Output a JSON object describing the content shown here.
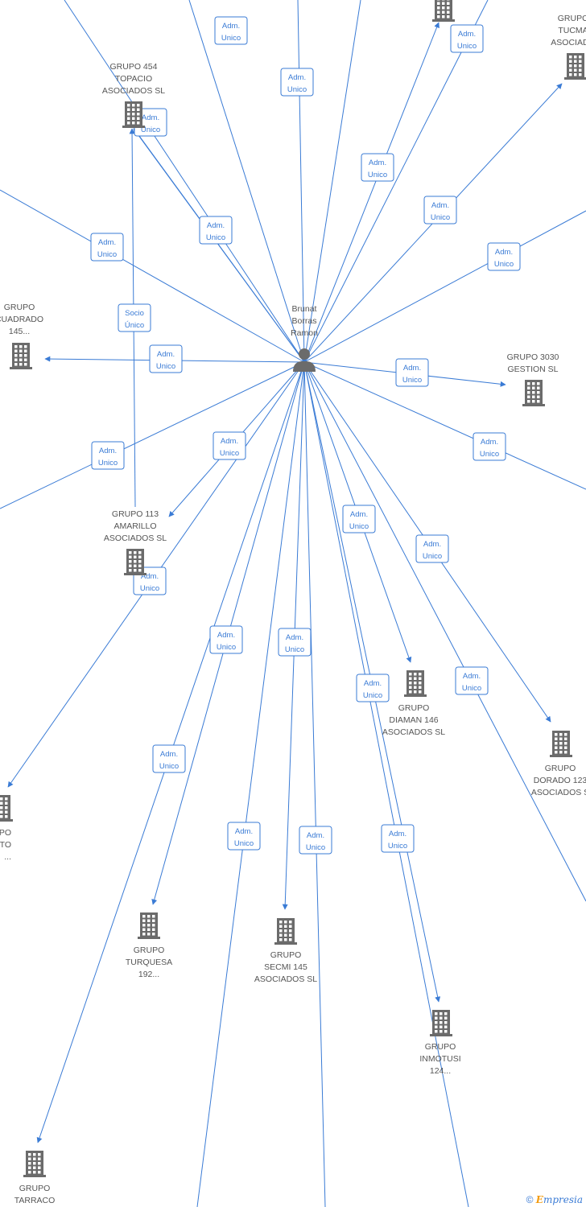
{
  "center": {
    "label": [
      "Brunat",
      "Borras",
      "Ramon"
    ],
    "icon": "person-icon"
  },
  "companies": [
    {
      "id": "topacio",
      "label": [
        "GRUPO 454",
        "TOPACIO",
        "ASOCIADOS  SL"
      ]
    },
    {
      "id": "tucma",
      "label": [
        "GRUPO",
        "TUCMA",
        "ASOCIADO"
      ]
    },
    {
      "id": "cuadrado",
      "label": [
        "GRUPO",
        "CUADRADO",
        "145..."
      ]
    },
    {
      "id": "g3030",
      "label": [
        "GRUPO 3030",
        "GESTION  SL"
      ]
    },
    {
      "id": "amarillo",
      "label": [
        "GRUPO 113",
        "AMARILLO",
        "ASOCIADOS  SL"
      ]
    },
    {
      "id": "diaman",
      "label": [
        "GRUPO",
        "DIAMAN 146",
        "ASOCIADOS  SL"
      ]
    },
    {
      "id": "dorado",
      "label": [
        "GRUPO",
        "DORADO 123",
        "ASOCIADOS  S"
      ]
    },
    {
      "id": "alto",
      "label": [
        "PO",
        "LTO",
        "..."
      ]
    },
    {
      "id": "turquesa",
      "label": [
        "GRUPO",
        "TURQUESA",
        "192..."
      ]
    },
    {
      "id": "secmi",
      "label": [
        "GRUPO",
        "SECMI 145",
        "ASOCIADOS  SL"
      ]
    },
    {
      "id": "inmotusi",
      "label": [
        "GRUPO",
        "INMOTUSI",
        "124..."
      ]
    },
    {
      "id": "tarraco",
      "label": [
        "GRUPO",
        "TARRACO"
      ]
    },
    {
      "id": "top-center",
      "label": []
    }
  ],
  "edge_labels": {
    "adm_unico": [
      "Adm.",
      "Unico"
    ],
    "socio_unico": [
      "Socio",
      "Único"
    ]
  },
  "footer": {
    "copyright": "©",
    "brand_e": "E",
    "brand_rest": "mpresia"
  },
  "colors": {
    "edge": "#3a7bd5",
    "icon": "#6b6b6b",
    "text": "#555555"
  }
}
